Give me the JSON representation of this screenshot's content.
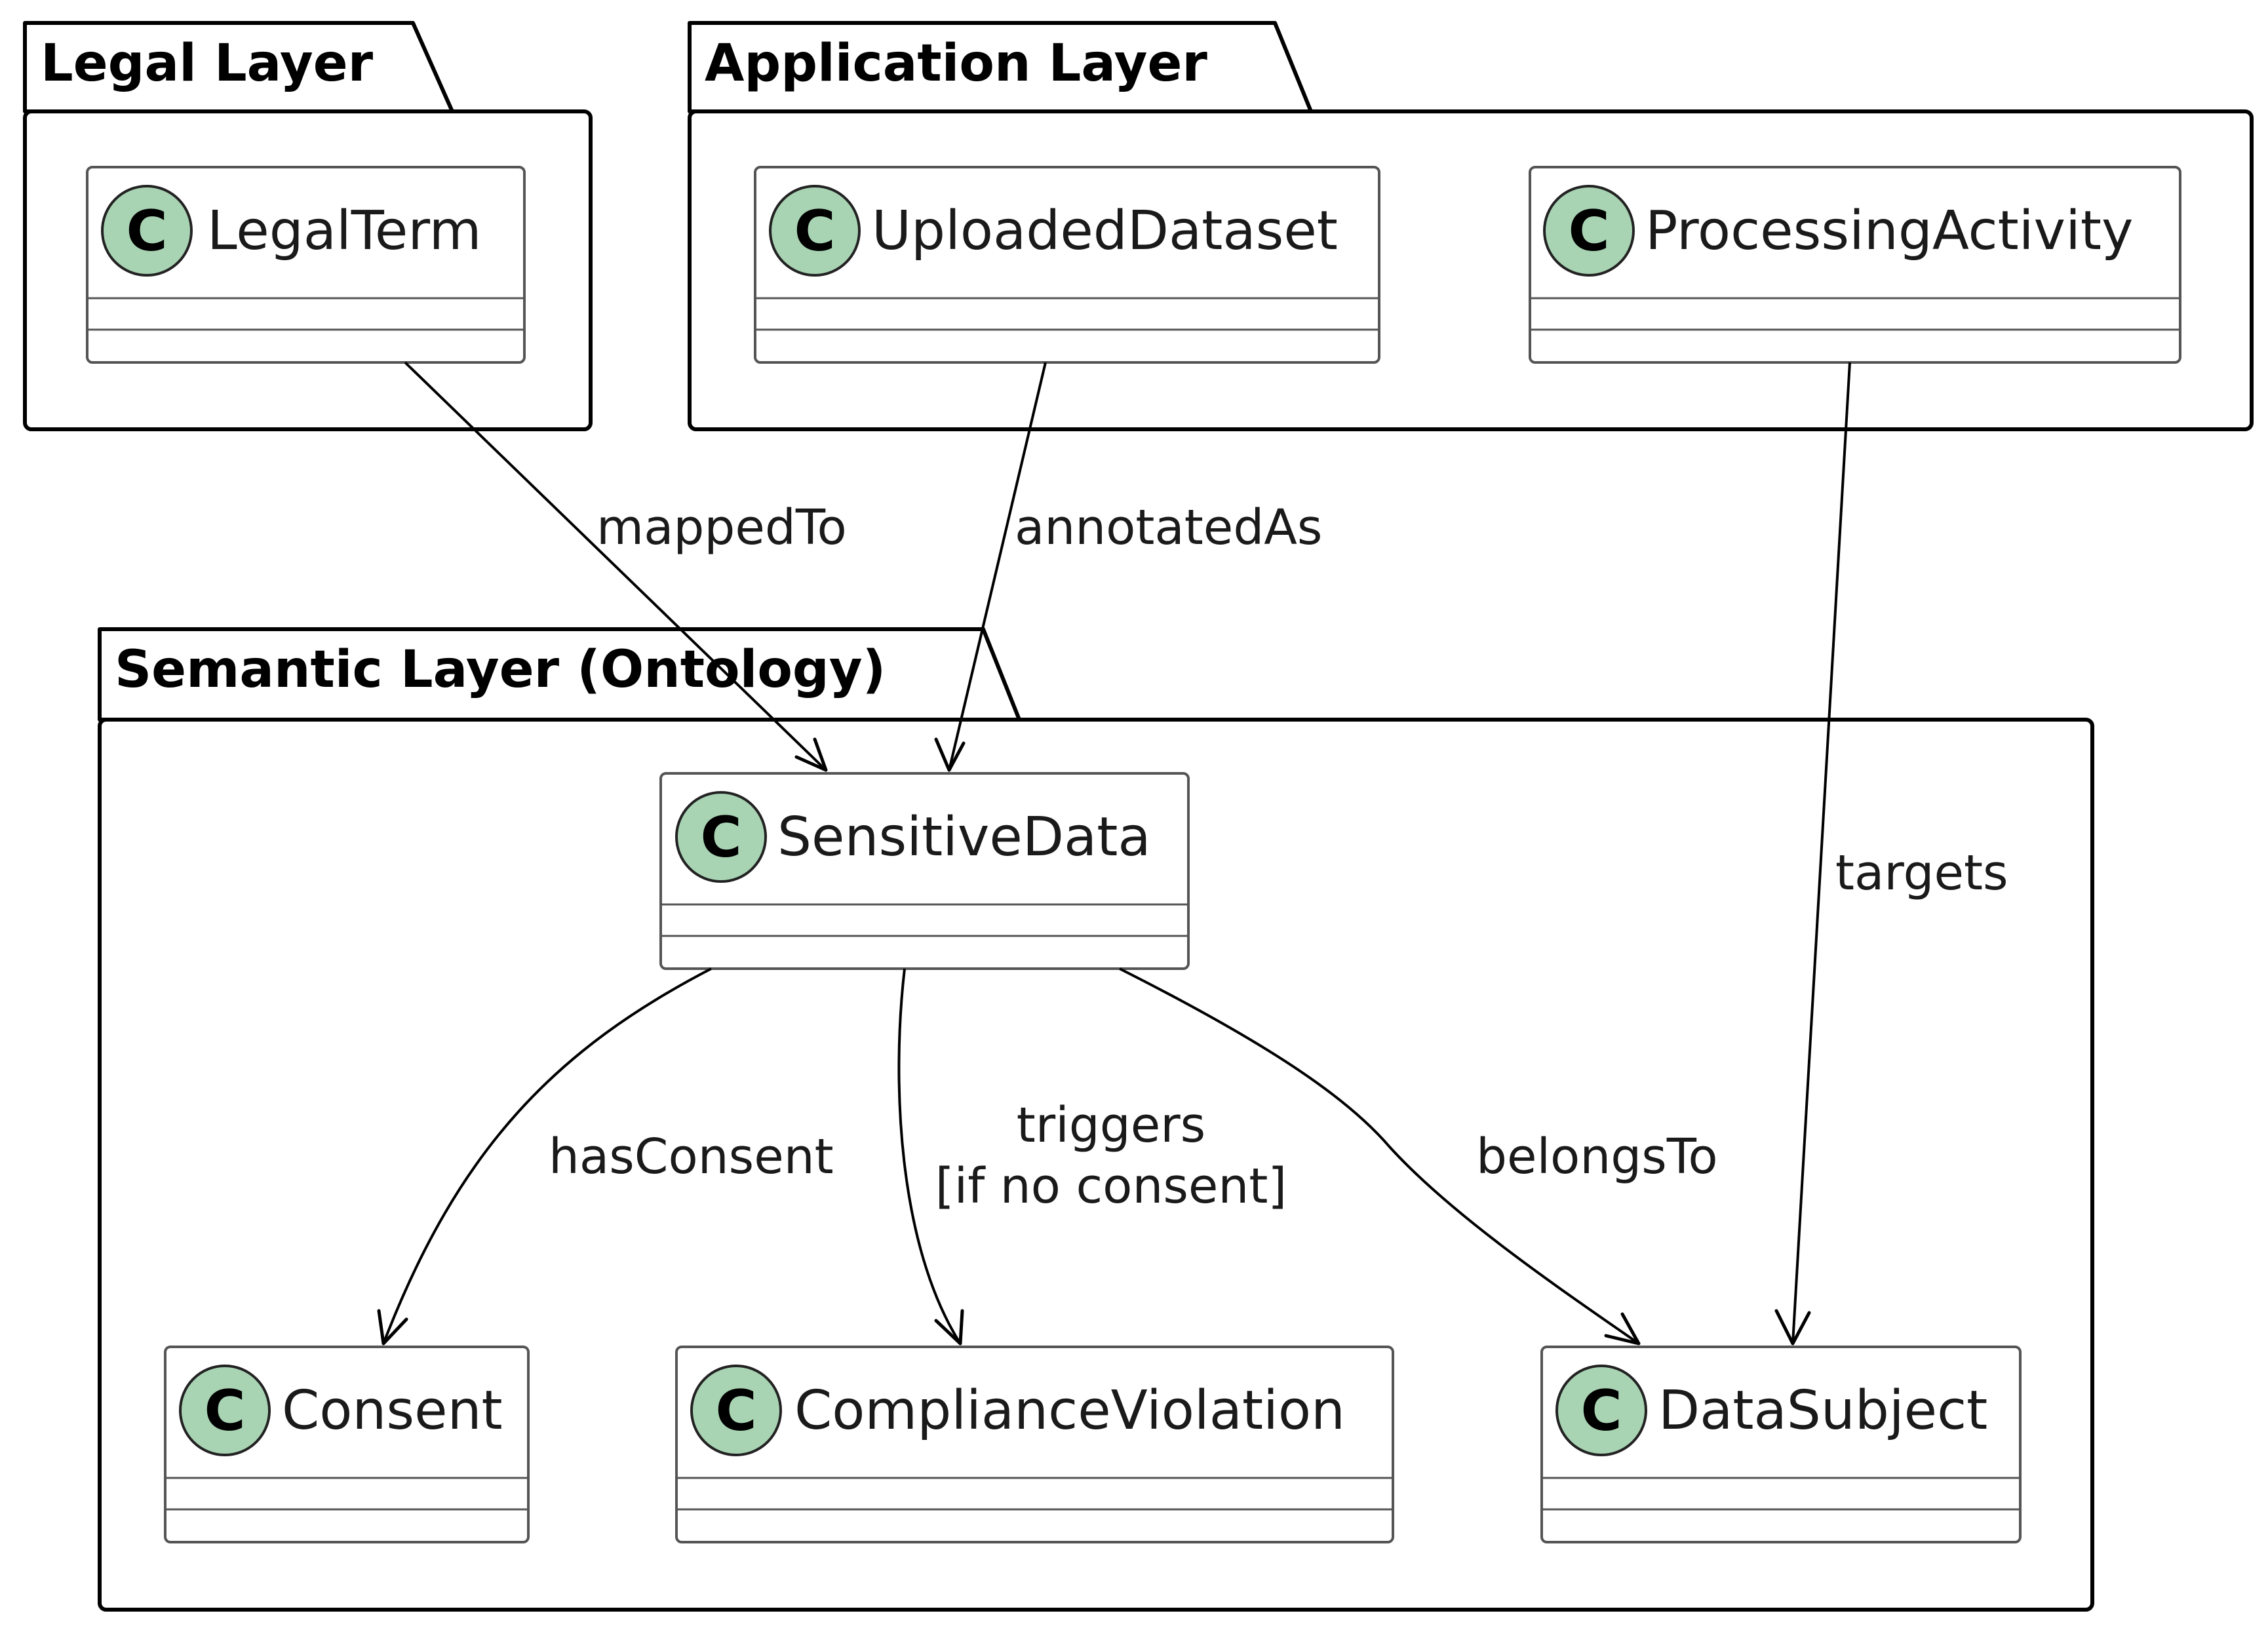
{
  "packages": {
    "legal": {
      "title": "Legal Layer"
    },
    "application": {
      "title": "Application Layer"
    },
    "semantic": {
      "title": "Semantic Layer (Ontology)"
    }
  },
  "classes": {
    "legal_term": {
      "stereotype": "C",
      "name": "LegalTerm"
    },
    "uploaded_dataset": {
      "stereotype": "C",
      "name": "UploadedDataset"
    },
    "processing_activity": {
      "stereotype": "C",
      "name": "ProcessingActivity"
    },
    "sensitive_data": {
      "stereotype": "C",
      "name": "SensitiveData"
    },
    "consent": {
      "stereotype": "C",
      "name": "Consent"
    },
    "compliance_violation": {
      "stereotype": "C",
      "name": "ComplianceViolation"
    },
    "data_subject": {
      "stereotype": "C",
      "name": "DataSubject"
    }
  },
  "relations": {
    "mapped_to": {
      "label": "mappedTo"
    },
    "annotated_as": {
      "label": "annotatedAs"
    },
    "targets": {
      "label": "targets"
    },
    "has_consent": {
      "label": "hasConsent"
    },
    "triggers": {
      "label_line1": "triggers",
      "label_line2": "[if no consent]"
    },
    "belongs_to": {
      "label": "belongsTo"
    }
  },
  "colors": {
    "class_icon_fill": "#a9d4b4",
    "class_border": "#555555",
    "line": "#000000"
  }
}
